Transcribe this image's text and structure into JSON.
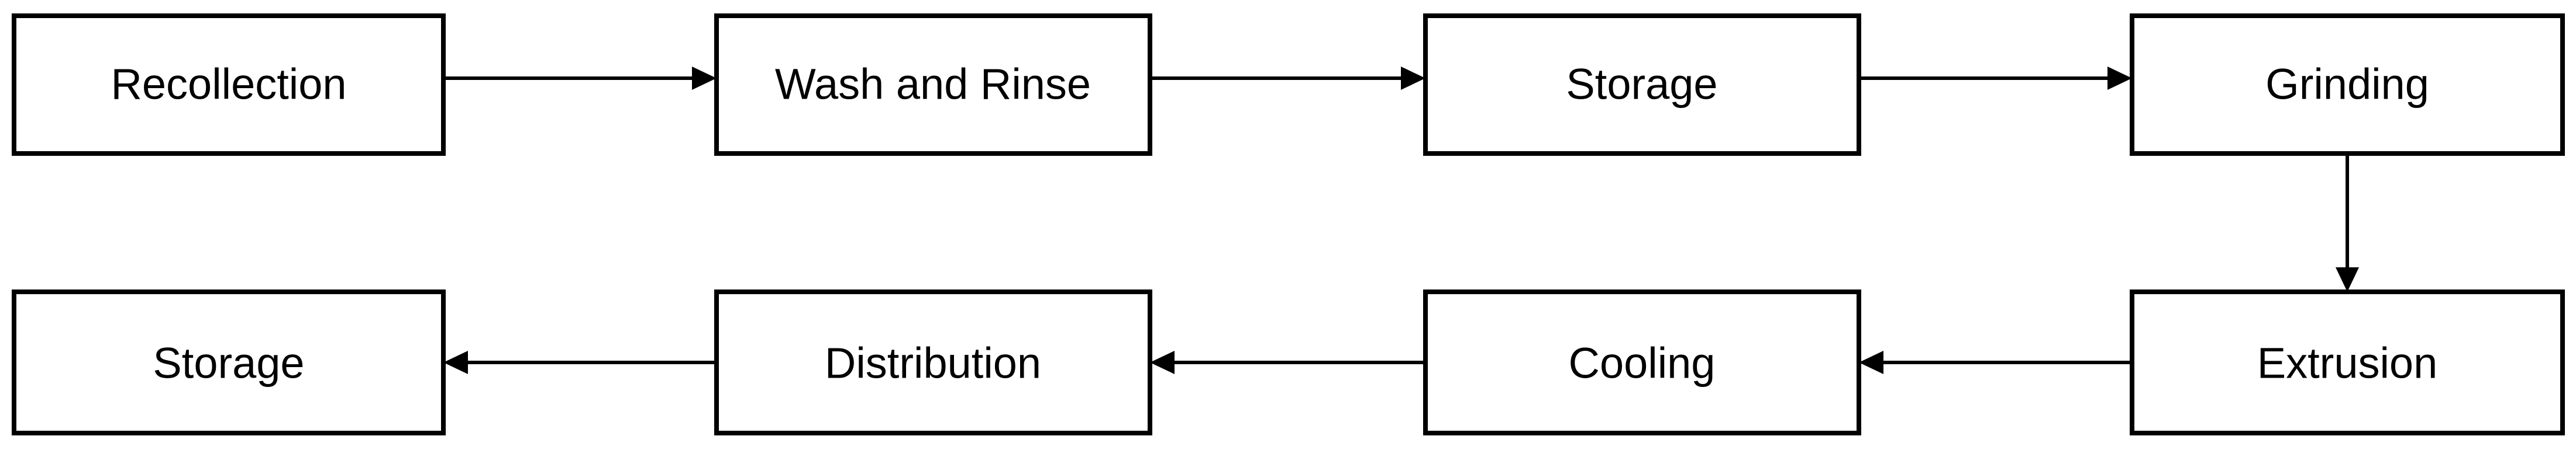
{
  "diagram": {
    "nodes": [
      {
        "id": "recollection",
        "label": "Recollection"
      },
      {
        "id": "wash-and-rinse",
        "label": "Wash and Rinse"
      },
      {
        "id": "storage-1",
        "label": "Storage"
      },
      {
        "id": "grinding",
        "label": "Grinding"
      },
      {
        "id": "extrusion",
        "label": "Extrusion"
      },
      {
        "id": "cooling",
        "label": "Cooling"
      },
      {
        "id": "distribution",
        "label": "Distribution"
      },
      {
        "id": "storage-2",
        "label": "Storage"
      }
    ],
    "edges": [
      {
        "from": "recollection",
        "to": "wash-and-rinse"
      },
      {
        "from": "wash-and-rinse",
        "to": "storage-1"
      },
      {
        "from": "storage-1",
        "to": "grinding"
      },
      {
        "from": "grinding",
        "to": "extrusion"
      },
      {
        "from": "extrusion",
        "to": "cooling"
      },
      {
        "from": "cooling",
        "to": "distribution"
      },
      {
        "from": "distribution",
        "to": "storage-2"
      }
    ],
    "colors": {
      "stroke": "#000000",
      "fill": "#ffffff",
      "text": "#000000"
    }
  }
}
